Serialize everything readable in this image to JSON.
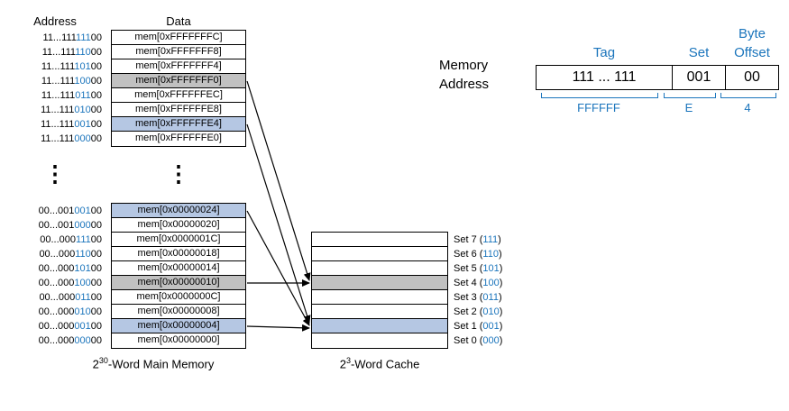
{
  "colors": {
    "accent_blue": "#1B75BC",
    "highlight_blue": "#B5C7E3",
    "highlight_gray": "#C1C1C1"
  },
  "memory": {
    "address_header": "Address",
    "data_header": "Data",
    "ellipsis": "⋮",
    "top_rows": [
      {
        "pre": "11...111",
        "set": "111",
        "off": "00",
        "data": "mem[0xFFFFFFFC]",
        "hl": "none"
      },
      {
        "pre": "11...111",
        "set": "110",
        "off": "00",
        "data": "mem[0xFFFFFFF8]",
        "hl": "none"
      },
      {
        "pre": "11...111",
        "set": "101",
        "off": "00",
        "data": "mem[0xFFFFFFF4]",
        "hl": "none"
      },
      {
        "pre": "11...111",
        "set": "100",
        "off": "00",
        "data": "mem[0xFFFFFFF0]",
        "hl": "gray"
      },
      {
        "pre": "11...111",
        "set": "011",
        "off": "00",
        "data": "mem[0xFFFFFFEC]",
        "hl": "none"
      },
      {
        "pre": "11...111",
        "set": "010",
        "off": "00",
        "data": "mem[0xFFFFFFE8]",
        "hl": "none"
      },
      {
        "pre": "11...111",
        "set": "001",
        "off": "00",
        "data": "mem[0xFFFFFFE4]",
        "hl": "blue"
      },
      {
        "pre": "11...111",
        "set": "000",
        "off": "00",
        "data": "mem[0xFFFFFFE0]",
        "hl": "none"
      }
    ],
    "bottom_rows": [
      {
        "pre": "00...001",
        "set": "001",
        "off": "00",
        "data": "mem[0x00000024]",
        "hl": "blue"
      },
      {
        "pre": "00...001",
        "set": "000",
        "off": "00",
        "data": "mem[0x00000020]",
        "hl": "none"
      },
      {
        "pre": "00...000",
        "set": "111",
        "off": "00",
        "data": "mem[0x0000001C]",
        "hl": "none"
      },
      {
        "pre": "00...000",
        "set": "110",
        "off": "00",
        "data": "mem[0x00000018]",
        "hl": "none"
      },
      {
        "pre": "00...000",
        "set": "101",
        "off": "00",
        "data": "mem[0x00000014]",
        "hl": "none"
      },
      {
        "pre": "00...000",
        "set": "100",
        "off": "00",
        "data": "mem[0x00000010]",
        "hl": "gray"
      },
      {
        "pre": "00...000",
        "set": "011",
        "off": "00",
        "data": "mem[0x0000000C]",
        "hl": "none"
      },
      {
        "pre": "00...000",
        "set": "010",
        "off": "00",
        "data": "mem[0x00000008]",
        "hl": "none"
      },
      {
        "pre": "00...000",
        "set": "001",
        "off": "00",
        "data": "mem[0x00000004]",
        "hl": "blue"
      },
      {
        "pre": "00...000",
        "set": "000",
        "off": "00",
        "data": "mem[0x00000000]",
        "hl": "none"
      }
    ],
    "caption": {
      "base": "2",
      "exp": "30",
      "rest": "-Word Main Memory"
    }
  },
  "cache": {
    "sets": [
      {
        "prefix": "Set 7 (",
        "bits": "111",
        "suffix": ")",
        "hl": "none"
      },
      {
        "prefix": "Set 6 (",
        "bits": "110",
        "suffix": ")",
        "hl": "none"
      },
      {
        "prefix": "Set 5 (",
        "bits": "101",
        "suffix": ")",
        "hl": "none"
      },
      {
        "prefix": "Set 4 (",
        "bits": "100",
        "suffix": ")",
        "hl": "gray"
      },
      {
        "prefix": "Set 3 (",
        "bits": "011",
        "suffix": ")",
        "hl": "none"
      },
      {
        "prefix": "Set 2 (",
        "bits": "010",
        "suffix": ")",
        "hl": "none"
      },
      {
        "prefix": "Set 1 (",
        "bits": "001",
        "suffix": ")",
        "hl": "blue"
      },
      {
        "prefix": "Set 0 (",
        "bits": "000",
        "suffix": ")",
        "hl": "none"
      }
    ],
    "caption": {
      "base": "2",
      "exp": "3",
      "rest": "-Word Cache"
    }
  },
  "address_breakdown": {
    "label_line1": "Memory",
    "label_line2": "Address",
    "byte_label": "Byte",
    "tag_label": "Tag",
    "set_label": "Set",
    "offset_label": "Offset",
    "tag_value": "111 ... 111",
    "set_value": "001",
    "offset_value": "00",
    "tag_hex": "FFFFFF",
    "mid_hex": "E",
    "low_hex": "4"
  }
}
